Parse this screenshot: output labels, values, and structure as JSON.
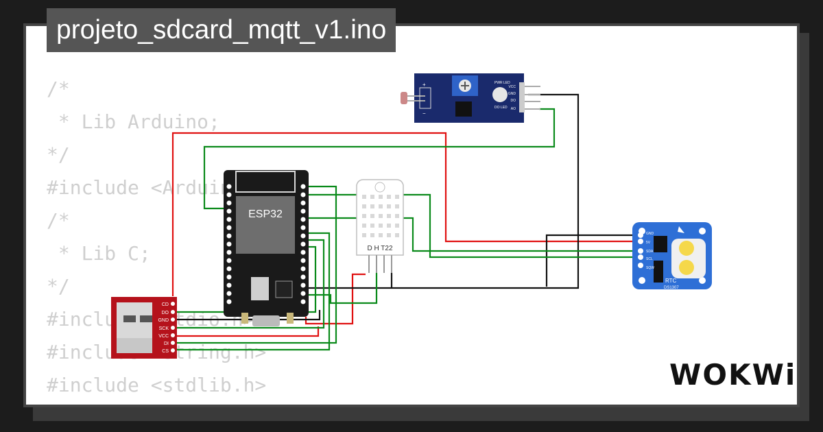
{
  "title": "projeto_sdcard_mqtt_v1.ino",
  "code_lines": [
    "/*",
    " * Lib Arduino;",
    "*/",
    "#include <Arduino.h>",
    "/*",
    " * Lib C;",
    "*/",
    "#include <stdio.h>",
    "#include <string.h>",
    "#include <stdlib.h>",
    "/*"
  ],
  "components": {
    "esp32": {
      "label": "ESP32"
    },
    "dht": {
      "label": "D H T22"
    },
    "ldr_module": {
      "pins": [
        "VCC",
        "GND",
        "DO",
        "AO"
      ],
      "labels": [
        "PWR LED",
        "DO LED"
      ]
    },
    "rtc": {
      "label": "RTC",
      "chip": "DS1307",
      "pins": [
        "GND",
        "5V",
        "SDA",
        "SCL",
        "SQW"
      ]
    },
    "sd_card": {
      "pins": [
        "CD",
        "DO",
        "GND",
        "SCK",
        "VCC",
        "DI",
        "CS"
      ]
    }
  },
  "logo": "WOKWi",
  "colors": {
    "red_wire": "#e01010",
    "green_wire": "#0a8a1a",
    "black_wire": "#111111",
    "board": "#1a1a1a",
    "rtc_board": "#2e6fd6",
    "sd_board": "#b5121b",
    "ldr_board": "#1a2a6c"
  }
}
